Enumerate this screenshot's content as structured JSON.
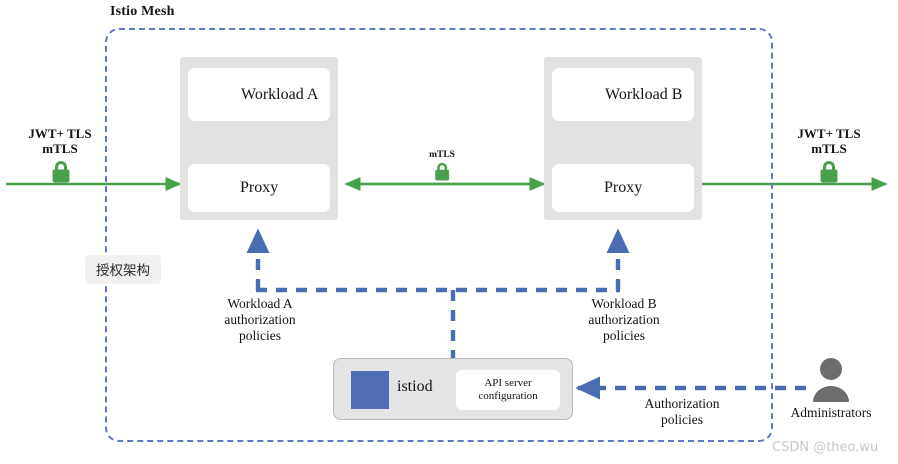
{
  "diagram": {
    "mesh_title": "Istio Mesh",
    "badge_cn": "授权架构",
    "watermark": "CSDN @theo.wu"
  },
  "ingress": {
    "label": "JWT+ TLS\nmTLS",
    "lock_icon": "lock-icon"
  },
  "egress": {
    "label": "JWT+ TLS\nmTLS",
    "lock_icon": "lock-icon"
  },
  "inter_proxy": {
    "label": "mTLS",
    "lock_icon": "lock-icon"
  },
  "workload_a": {
    "name": "Workload A",
    "proxy": "Proxy",
    "icon": "chip-icon",
    "proxy_icon": "hexagon-icon",
    "policies": "Workload A\nauthorization\npolicies"
  },
  "workload_b": {
    "name": "Workload B",
    "proxy": "Proxy",
    "icon": "chip-icon",
    "proxy_icon": "hexagon-icon",
    "policies": "Workload B\nauthorization\npolicies"
  },
  "control_plane": {
    "name": "istiod",
    "logo_icon": "istio-sail-icon",
    "apiserver": "API server\nconfiguration"
  },
  "admin": {
    "label": "Administrators",
    "icon": "user-icon",
    "policies": "Authorization\npolicies"
  },
  "colors": {
    "mesh_border": "#5b79c4",
    "traffic_green": "#49a04c",
    "control_blue": "#4a6cb3",
    "proxy_purple": "#a0499e",
    "workload_gray": "#6d6d6d",
    "group_bg": "#e2e2e2"
  }
}
